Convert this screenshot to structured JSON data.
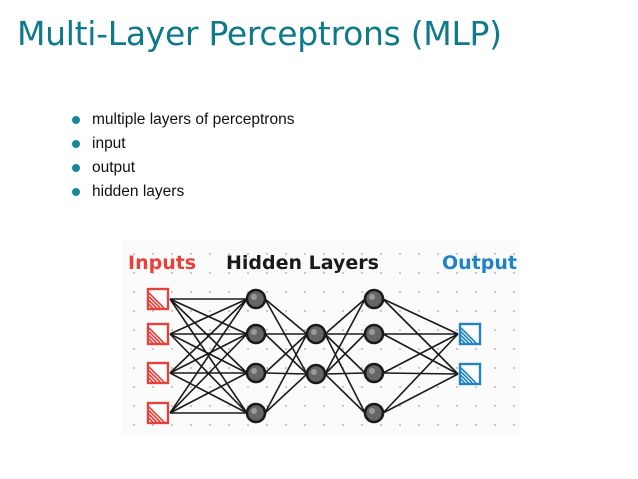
{
  "slide": {
    "title": "Multi-Layer Perceptrons (MLP)",
    "bullets": [
      "multiple layers of perceptrons",
      "input",
      "output",
      "hidden layers"
    ]
  },
  "diagram": {
    "header_inputs": "Inputs",
    "header_hidden": "Hidden Layers",
    "header_output": "Output",
    "layers": [
      {
        "kind": "input",
        "count": 4
      },
      {
        "kind": "hidden",
        "count": 4
      },
      {
        "kind": "hidden",
        "count": 2
      },
      {
        "kind": "hidden",
        "count": 4
      },
      {
        "kind": "output",
        "count": 2
      }
    ]
  },
  "colors": {
    "title": "#0e7a8c",
    "bullet_dot": "#14899c",
    "inputs": "#e8413c",
    "output": "#1e84c6",
    "ink": "#1a1a1a",
    "grid_dot": "#b8b8b8"
  }
}
